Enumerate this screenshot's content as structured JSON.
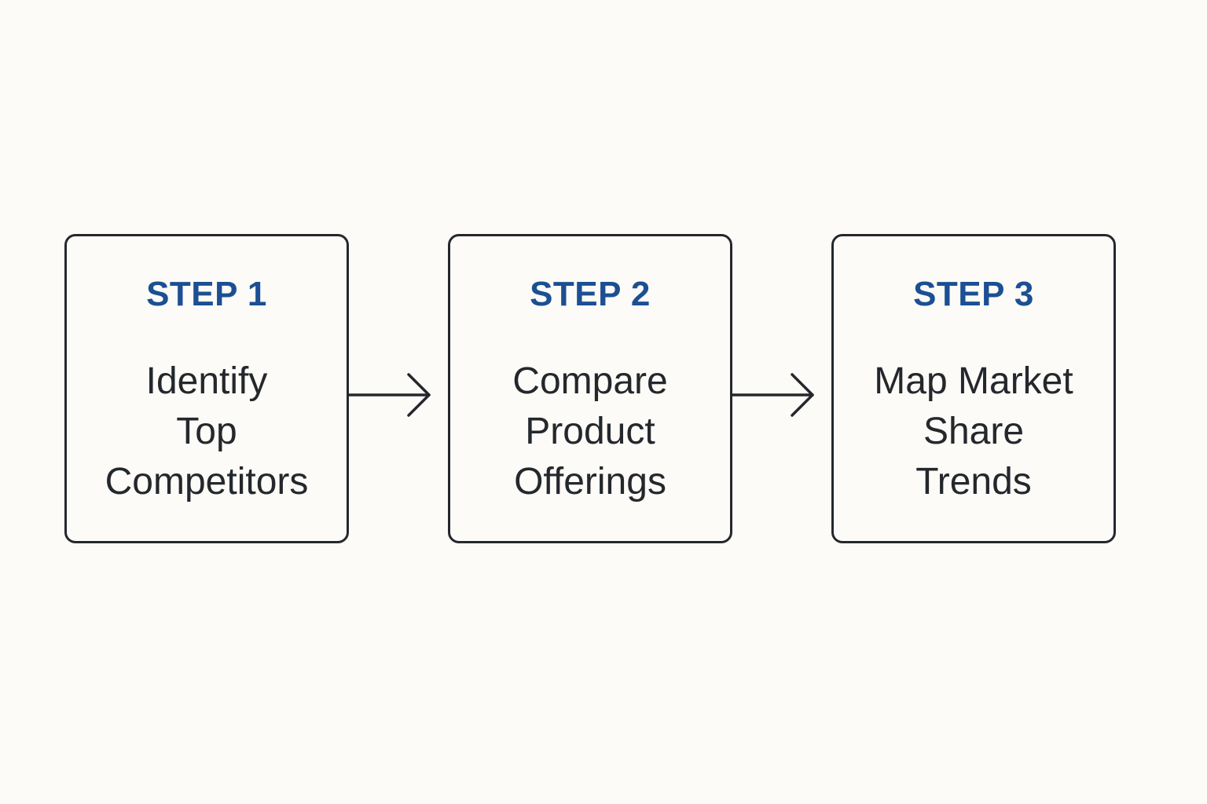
{
  "colors": {
    "background": "#fcfbf7",
    "step_label": "#1c4f93",
    "text": "#24282d",
    "border": "#24282d"
  },
  "steps": [
    {
      "label": "STEP 1",
      "lines": [
        "Identify",
        "Top",
        "Competitors"
      ]
    },
    {
      "label": "STEP 2",
      "lines": [
        "Compare",
        "Product",
        "Offerings"
      ]
    },
    {
      "label": "STEP 3",
      "lines": [
        "Map Market",
        "Share",
        "Trends"
      ]
    }
  ],
  "connectors": [
    {
      "from": "STEP 1",
      "to": "STEP 2",
      "icon": "arrow-right-icon"
    },
    {
      "from": "STEP 2",
      "to": "STEP 3",
      "icon": "arrow-right-icon"
    }
  ]
}
